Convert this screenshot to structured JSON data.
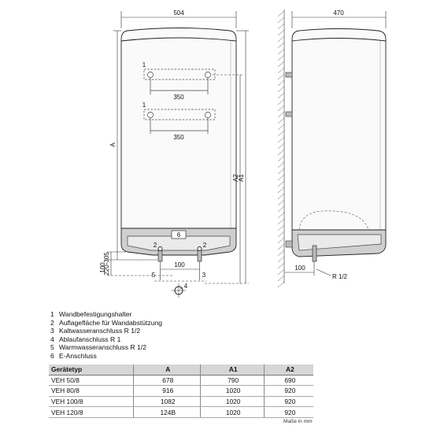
{
  "drawing": {
    "front_view": {
      "width_dim": "504",
      "bracket_label_1": "1",
      "bracket_label_2": "1",
      "bracket_spacing_1": "350",
      "bracket_spacing_2": "350",
      "dim_a": "A",
      "dim_a1": "A1",
      "dim_a2": "A2",
      "dim_bottom_height": "220-305",
      "dim_side_100": "100",
      "dim_pipe_spacing": "100",
      "label_2_left": "2",
      "label_2_right": "2",
      "label_3": "3",
      "label_4": "4",
      "label_5": "5",
      "label_6": "6"
    },
    "side_view": {
      "depth_dim": "470",
      "pipe_offset": "100",
      "thread_label": "R 1/2"
    }
  },
  "legend": [
    {
      "num": "1",
      "text": "Wandbefestigungshalter"
    },
    {
      "num": "2",
      "text": "Auflagefläche für Wandabstützung"
    },
    {
      "num": "3",
      "text": "Kaltwasseranschluss R 1/2"
    },
    {
      "num": "4",
      "text": "Ablaufanschluss R 1"
    },
    {
      "num": "5",
      "text": "Warmwasseranschluss R 1/2"
    },
    {
      "num": "6",
      "text": "E-Anschluss"
    }
  ],
  "table": {
    "headers": [
      "Gerätetyp",
      "A",
      "A1",
      "A2"
    ],
    "rows": [
      [
        "VEH 50/8",
        "678",
        "790",
        "690"
      ],
      [
        "VEH 80/8",
        "916",
        "1020",
        "920"
      ],
      [
        "VEH 100/8",
        "1082",
        "1020",
        "920"
      ],
      [
        "VEH 120/8",
        "124B",
        "1020",
        "920"
      ]
    ],
    "unit_note": "Maße in mm"
  }
}
